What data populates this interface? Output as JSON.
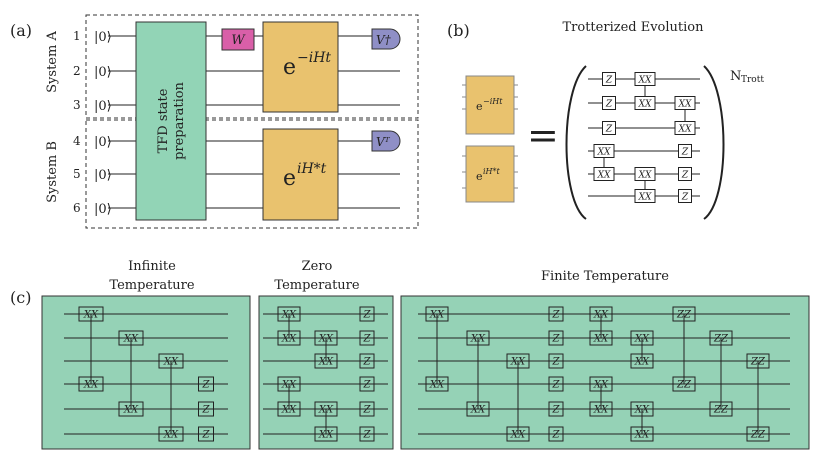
{
  "panels": {
    "a": "(a)",
    "b": "(b)",
    "c": "(c)"
  },
  "panel_a": {
    "system_a": "System A",
    "system_b": "System B",
    "qubit_numbers": [
      "1",
      "2",
      "3",
      "4",
      "5",
      "6"
    ],
    "ket": "|0⟩",
    "tfd_line1": "TFD state",
    "tfd_line2": "preparation",
    "w_gate": "W",
    "evo_a_base": "e",
    "evo_a_exp": "−iHt",
    "evo_b_base": "e",
    "evo_b_exp": "iH*t",
    "v_dagger": "V†",
    "v_transpose": "Vᵀ"
  },
  "panel_b": {
    "title": "Trotterized Evolution",
    "small_a_base": "e",
    "small_a_exp": "−iHt",
    "small_b_base": "e",
    "small_b_exp": "iH*t",
    "equals": "=",
    "n_trott": "N",
    "n_trott_sub": "Trott"
  },
  "panel_c": {
    "infinite_line1": "Infinite",
    "infinite_line2": "Temperature",
    "zero_line1": "Zero",
    "zero_line2": "Temperature",
    "finite": "Finite Temperature"
  },
  "gate_labels": {
    "xx": "XX",
    "z": "Z",
    "zz": "ZZ"
  },
  "colors": {
    "tfd": "#92d4b6",
    "evolution": "#e9c26e",
    "w_gate": "#d95fa8",
    "v_gate": "#8f8fc6",
    "circuit_bg": "#95d2b6",
    "line": "#222222"
  }
}
